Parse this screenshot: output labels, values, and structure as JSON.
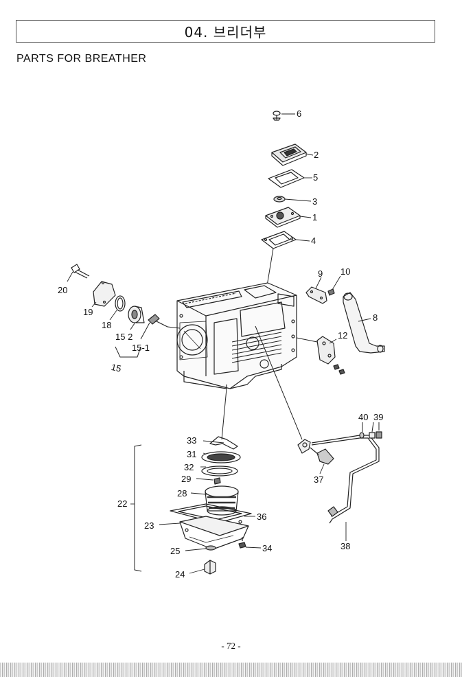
{
  "header": {
    "title": "04. 브리더부",
    "subtitle": "PARTS FOR BREATHER"
  },
  "callouts": {
    "c1": "1",
    "c2": "2",
    "c3": "3",
    "c4": "4",
    "c5": "5",
    "c6": "6",
    "c8": "8",
    "c9": "9",
    "c10": "10",
    "c12": "12",
    "c15": "15",
    "c15_2": "15 2",
    "c15_1": "15-1",
    "c18": "18",
    "c19": "19",
    "c20": "20",
    "c22": "22",
    "c23": "23",
    "c24": "24",
    "c25": "25",
    "c28": "28",
    "c29": "29",
    "c31": "31",
    "c32": "32",
    "c33": "33",
    "c34": "34",
    "c36": "36",
    "c37": "37",
    "c38": "38",
    "c39": "39",
    "c40": "40"
  },
  "footer": {
    "page_number": "- 72 -"
  }
}
